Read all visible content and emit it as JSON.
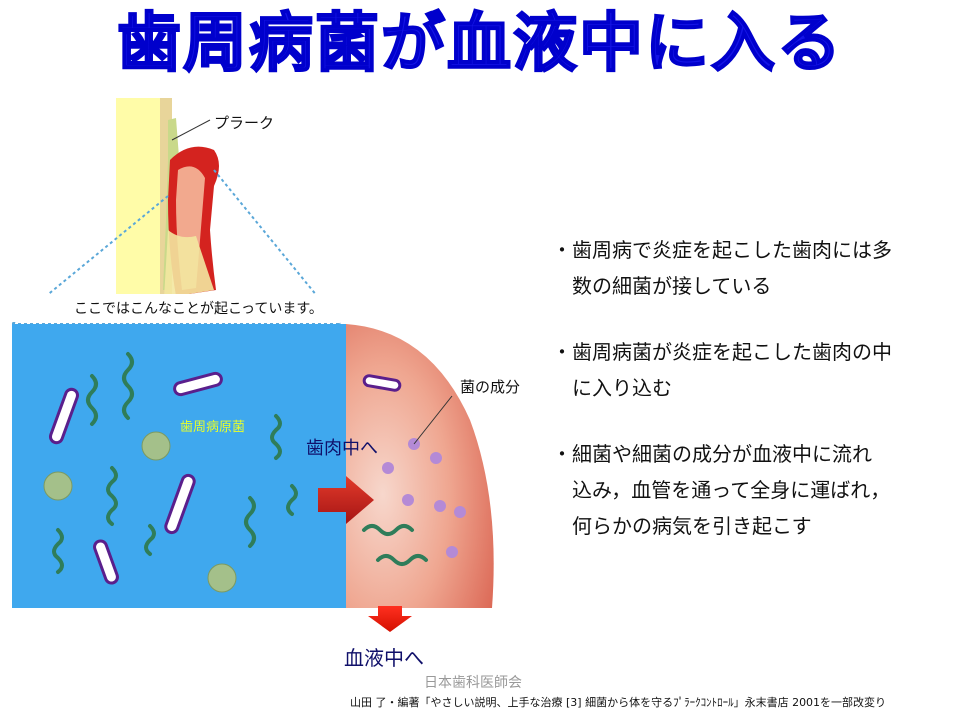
{
  "title": "歯周病菌が血液中に入る",
  "diagram": {
    "plaque_label": "プラーク",
    "caption": "ここではこんなことが起こっています。",
    "pathogen_label": "歯周病原菌",
    "component_label": "菌の成分",
    "into_gum_label": "歯肉中へ",
    "into_blood_label": "血液中へ"
  },
  "bullets": [
    {
      "line1": "・歯周病で炎症を起こした歯肉には多",
      "cont": [
        "数の細菌が接している"
      ]
    },
    {
      "line1": "・歯周病菌が炎症を起こした歯肉の中",
      "cont": [
        "に入り込む"
      ]
    },
    {
      "line1": "・細菌や細菌の成分が血液中に流れ",
      "cont": [
        "込み，血管を通って全身に運ばれ，",
        "何らかの病気を引き起こす"
      ]
    }
  ],
  "footer": {
    "organization": "日本歯科医師会",
    "credit": "山田 了・編著「やさしい説明、上手な治療 [3] 細菌から体を守るﾌﾟﾗｰｸｺﾝﾄﾛｰﾙ」永末書店 2001を一部改変り"
  },
  "colors": {
    "title": "#1414e6",
    "panel_blue": "#3fa8ee",
    "gum_red": "#d4231f",
    "tissue_pink": "#eea08c",
    "bacteria_green": "#2f7d5a",
    "arrow_red": "#c81e1e",
    "pathogen_label": "#e8ff2a",
    "blood_label": "#10106a"
  }
}
